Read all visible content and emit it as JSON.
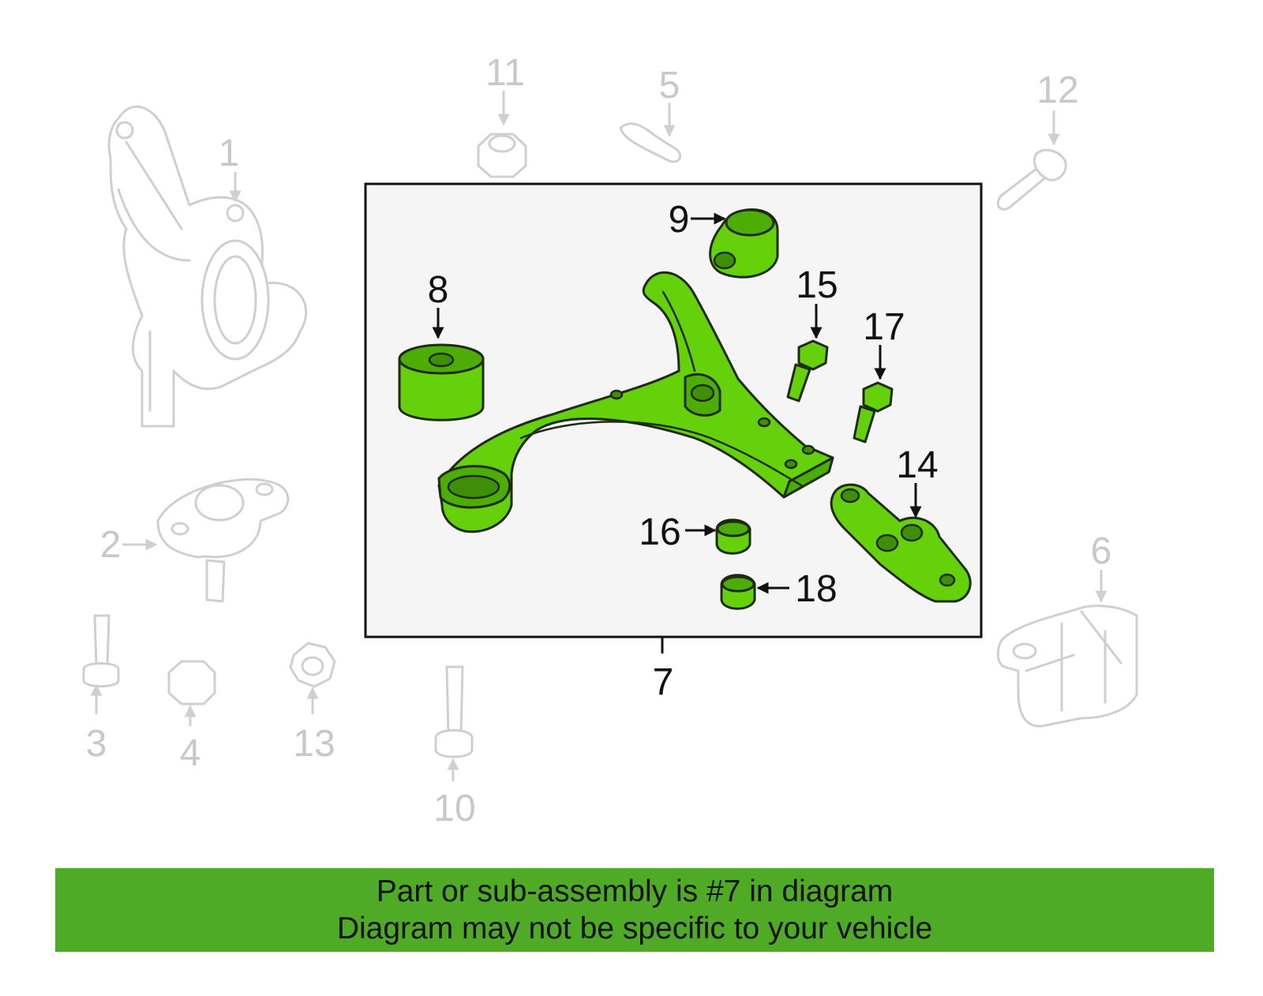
{
  "colors": {
    "highlight_green": "#64d10a",
    "banner_green": "#4fab25",
    "faded_gray": "#c8c8c8",
    "frame_bg": "#f5f5f5"
  },
  "diagram": {
    "callouts": {
      "c1": "1",
      "c2": "2",
      "c3": "3",
      "c4": "4",
      "c5": "5",
      "c6": "6",
      "c7": "7",
      "c8": "8",
      "c9": "9",
      "c10": "10",
      "c11": "11",
      "c12": "12",
      "c13": "13",
      "c14": "14",
      "c15": "15",
      "c16": "16",
      "c17": "17",
      "c18": "18"
    },
    "highlighted_part": "7",
    "parts_in_assembly": [
      "8",
      "9",
      "14",
      "15",
      "16",
      "17",
      "18"
    ]
  },
  "banner": {
    "line1": "Part or sub-assembly is #7 in diagram",
    "line2": "Diagram may not be specific to your vehicle"
  }
}
